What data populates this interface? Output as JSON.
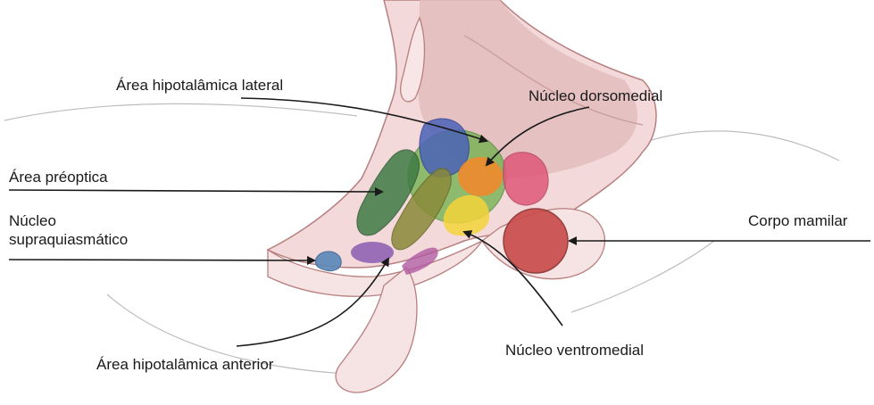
{
  "labels": {
    "lateral_area": "Área hipotalâmica lateral",
    "dorsomedial": "Núcleo dorsomedial",
    "preoptic": "Área préoptica",
    "suprachiasmatic_1": "Núcleo",
    "suprachiasmatic_2": "supraquiasmático",
    "mammillary": "Corpo mamilar",
    "anterior_area": "Área hipotalâmica anterior",
    "ventromedial": "Núcleo ventromedial"
  },
  "colors": {
    "tissue_light": "#f6e3e3",
    "tissue_mid": "#e8c4c4",
    "tissue_dark": "#d9a9a9",
    "outline": "#b77f7f",
    "blue": "#4a62b8",
    "green": "#6db04a",
    "dark_green": "#3f7a44",
    "olive": "#8a8a3a",
    "orange": "#f08a2c",
    "yellow": "#f3d43a",
    "pink": "#e0587a",
    "red": "#c94a4a",
    "purple": "#8b5cb0",
    "magenta": "#b05aa0",
    "teal": "#5a86b8",
    "arrow": "#1a1a1a"
  }
}
